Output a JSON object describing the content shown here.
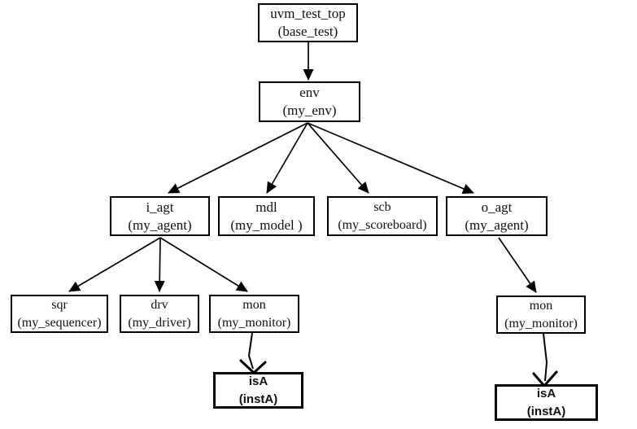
{
  "diagram": {
    "nodes": {
      "uvm_test_top": {
        "name": "uvm_test_top",
        "type": "(base_test)"
      },
      "env": {
        "name": "env",
        "type": "(my_env)"
      },
      "i_agt": {
        "name": "i_agt",
        "type": "(my_agent)"
      },
      "mdl": {
        "name": "mdl",
        "type": "(my_model )"
      },
      "scb": {
        "name": "scb",
        "type": "(my_scoreboard)"
      },
      "o_agt": {
        "name": "o_agt",
        "type": "(my_agent)"
      },
      "sqr": {
        "name": "sqr",
        "type": "(my_sequencer)"
      },
      "drv": {
        "name": "drv",
        "type": "(my_driver)"
      },
      "mon_i": {
        "name": "mon",
        "type": "(my_monitor)"
      },
      "mon_o": {
        "name": "mon",
        "type": "(my_monitor)"
      },
      "isa_i": {
        "name": "isA",
        "type": "(instA)"
      },
      "isa_o": {
        "name": "isA",
        "type": "(instA)"
      }
    },
    "edges": [
      {
        "from": "uvm_test_top",
        "to": "env",
        "style": "solid-arrow"
      },
      {
        "from": "env",
        "to": "i_agt",
        "style": "solid-arrow"
      },
      {
        "from": "env",
        "to": "mdl",
        "style": "solid-arrow"
      },
      {
        "from": "env",
        "to": "scb",
        "style": "solid-arrow"
      },
      {
        "from": "env",
        "to": "o_agt",
        "style": "solid-arrow"
      },
      {
        "from": "i_agt",
        "to": "sqr",
        "style": "solid-arrow"
      },
      {
        "from": "i_agt",
        "to": "drv",
        "style": "solid-arrow"
      },
      {
        "from": "i_agt",
        "to": "mon_i",
        "style": "solid-arrow"
      },
      {
        "from": "o_agt",
        "to": "mon_o",
        "style": "solid-arrow"
      },
      {
        "from": "mon_i",
        "to": "isa_i",
        "style": "open-chevron-arrow"
      },
      {
        "from": "mon_o",
        "to": "isa_o",
        "style": "open-chevron-arrow"
      }
    ],
    "colors": {
      "line": "#000000",
      "box_border": "#000000",
      "background": "#ffffff",
      "text": "#111111"
    }
  }
}
